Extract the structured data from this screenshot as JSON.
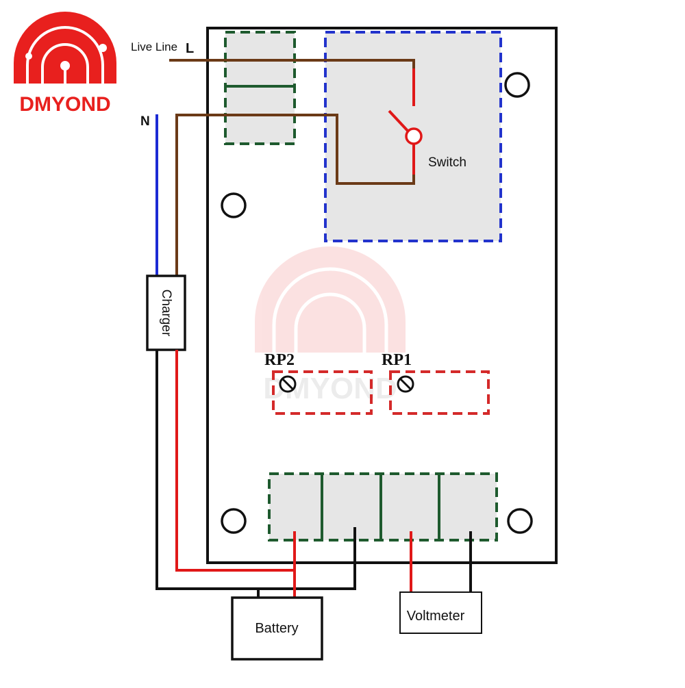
{
  "logo": {
    "brand": "DMYOND",
    "color": "#e8201e"
  },
  "watermark": {
    "text": "DMYOND"
  },
  "labels": {
    "live_line": "Live Line",
    "live_letter": "L",
    "neutral_letter": "N",
    "switch": "Switch",
    "charger": "Charger",
    "rp2": "RP2",
    "rp1": "RP1",
    "battery": "Battery",
    "voltmeter": "Voltmeter"
  },
  "colors": {
    "board_outline": "#111111",
    "terminal_green": "#1e5a2e",
    "relay_blue": "#2233cc",
    "pot_red": "#d42a2a",
    "wire_brown": "#6b3a17",
    "wire_blue": "#1c2bd4",
    "wire_red": "#e01818",
    "wire_black": "#111111",
    "pad_fill": "#e6e6e6"
  }
}
